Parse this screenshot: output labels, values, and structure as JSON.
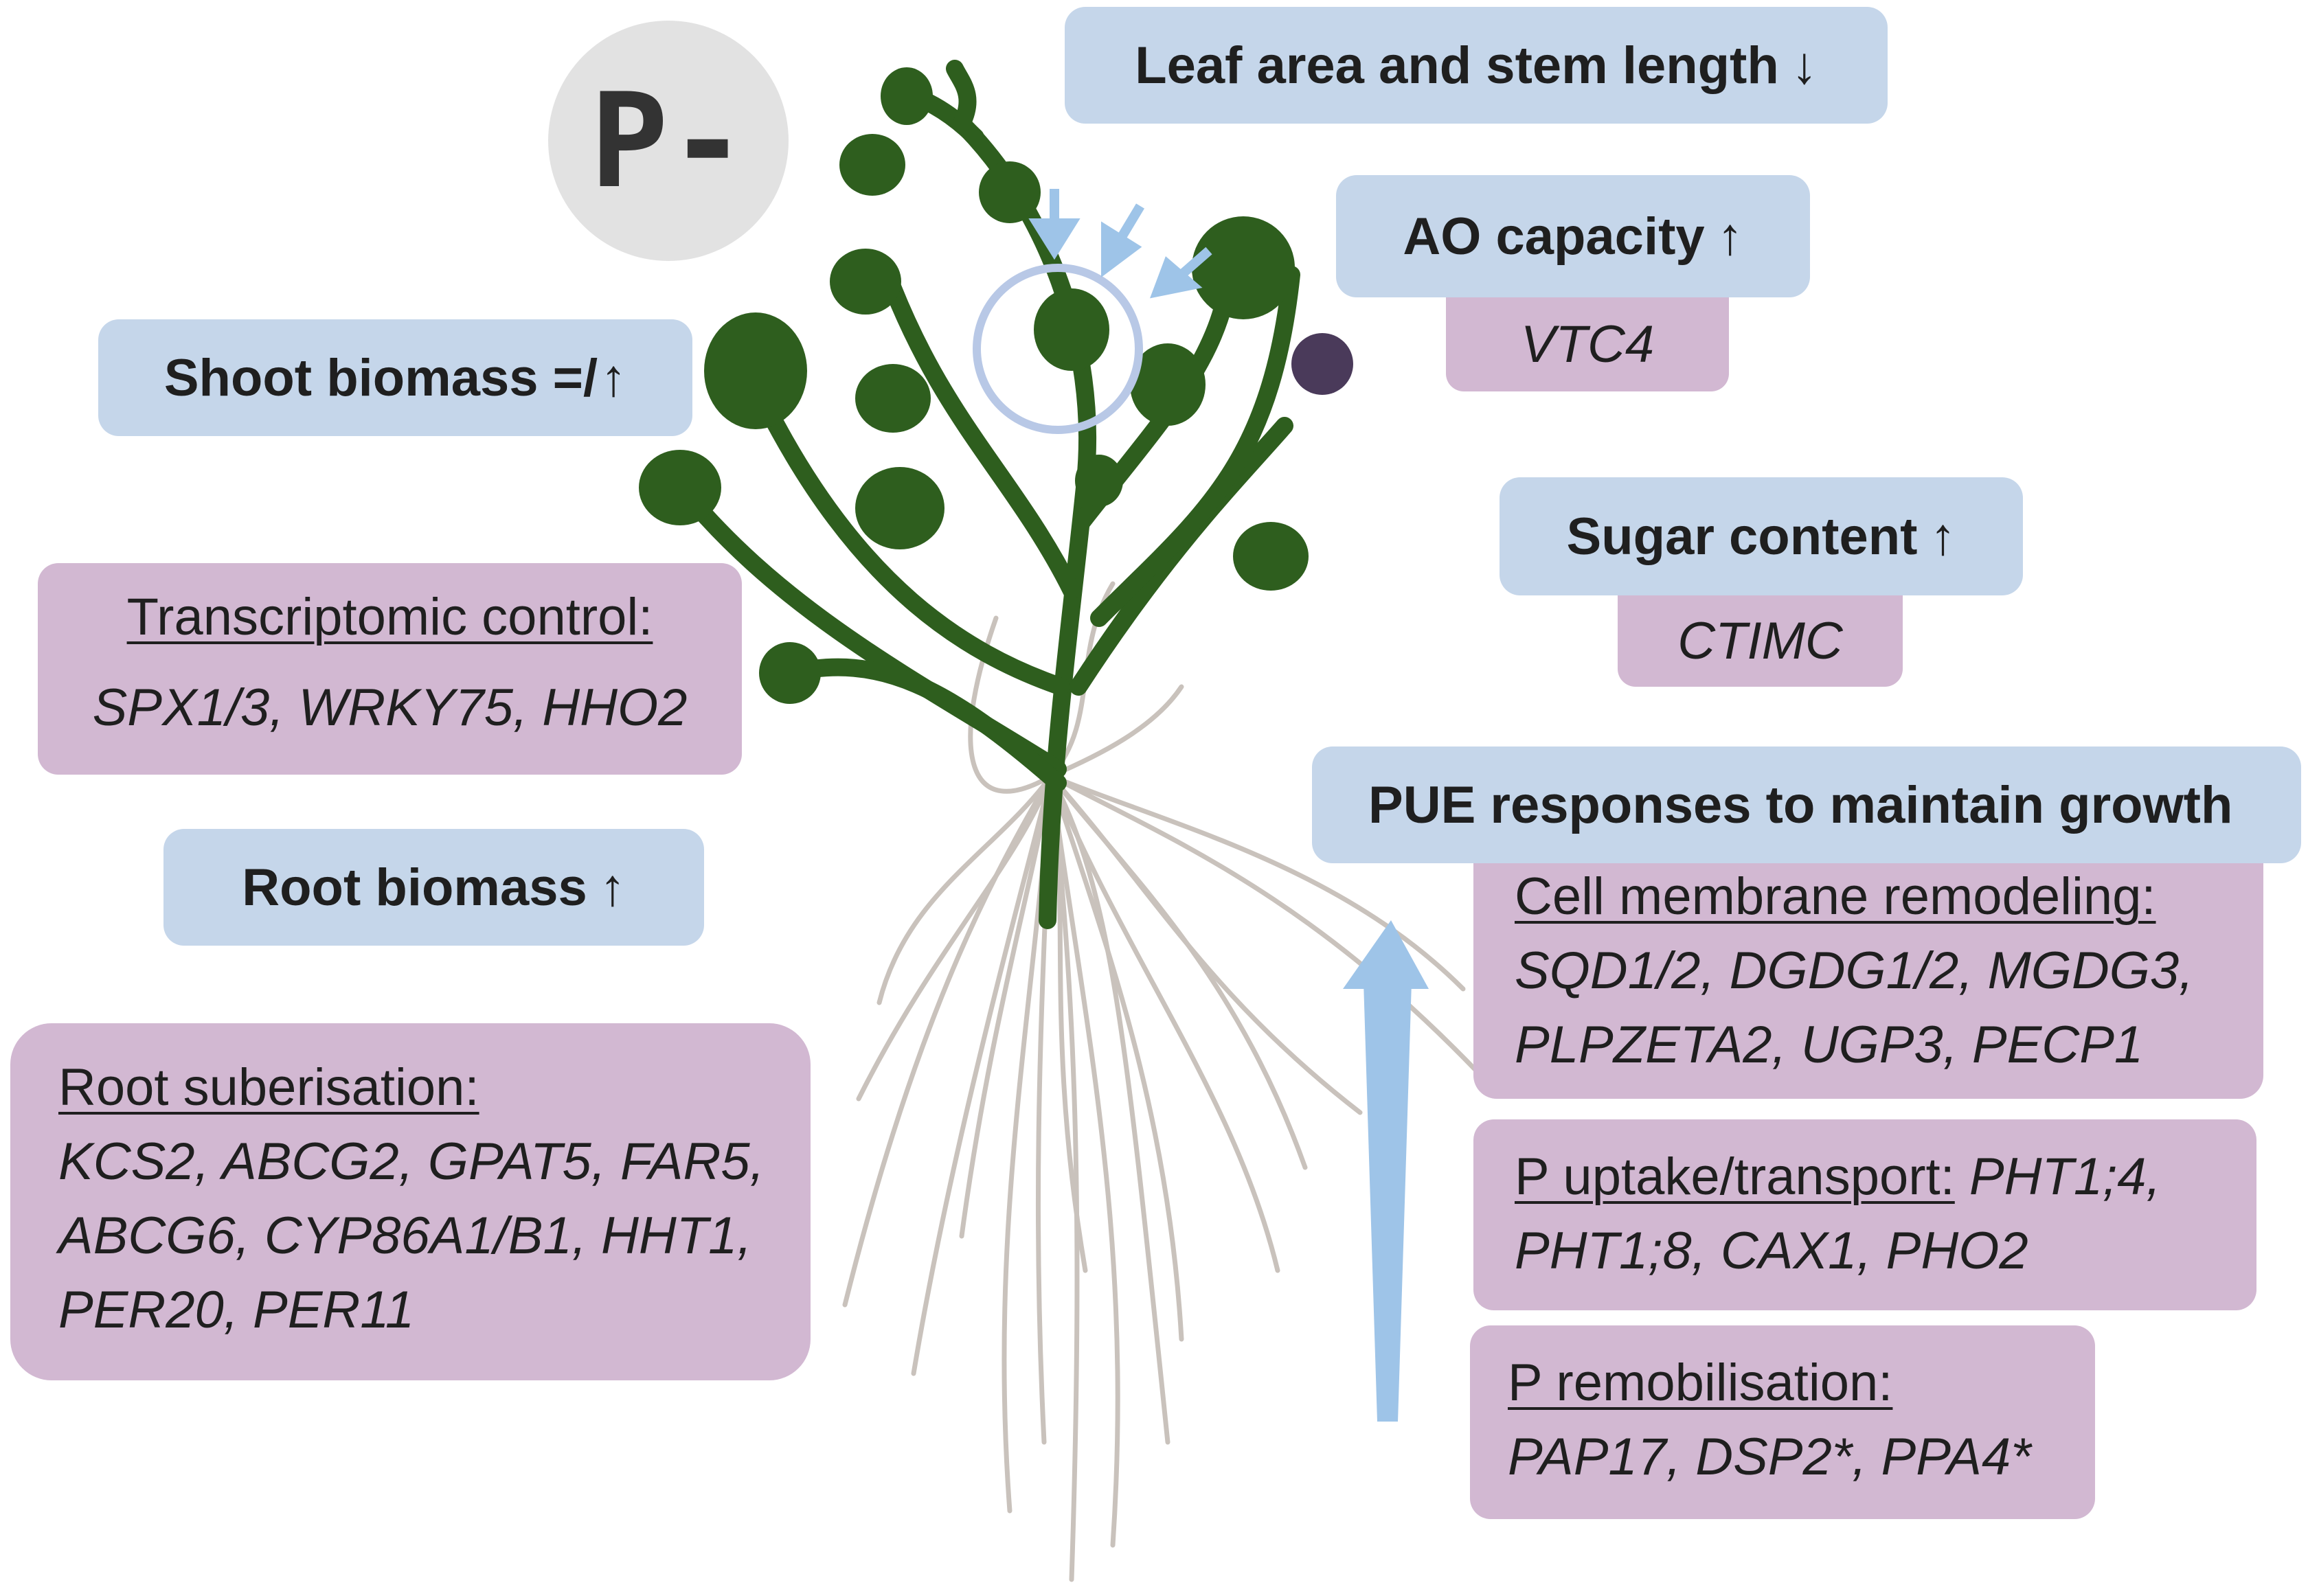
{
  "p_label": "P-",
  "labels": {
    "leaf": {
      "text": "Leaf area and stem length",
      "arrow": "↓"
    },
    "ao": {
      "text": "AO capacity",
      "arrow": "↑"
    },
    "vtc4": "VTC4",
    "shoot": {
      "text": "Shoot biomass =/",
      "arrow": "↑"
    },
    "sugar": {
      "text": "Sugar content",
      "arrow": "↑"
    },
    "ctimc": "CTIMC",
    "transcriptomic": {
      "title": "Transcriptomic control:",
      "genes": "SPX1/3, WRKY75, HHO2"
    },
    "pue": "PUE responses to maintain growth",
    "root_biomass": {
      "text": "Root biomass",
      "arrow": "↑"
    },
    "membrane": {
      "title": "Cell membrane remodeling:",
      "genes1": "SQD1/2, DGDG1/2, MGDG3,",
      "genes2": "PLPZETA2, UGP3, PECP1"
    },
    "suberisation": {
      "title": "Root suberisation:",
      "genes1": "KCS2, ABCG2, GPAT5, FAR5,",
      "genes2": "ABCG6, CYP86A1/B1, HHT1,",
      "genes3": "PER20, PER11"
    },
    "uptake": {
      "title": "P uptake/transport:",
      "genes1": "PHT1;4,",
      "genes2": "PHT1;8, CAX1, PHO2"
    },
    "remob": {
      "title": "P remobilisation:",
      "genes": "PAP17, DSP2*, PPA4*"
    }
  },
  "colors": {
    "blue_box": "#c5d6ea",
    "pink_box": "#d2b8d2",
    "stem": "#2e5e1e",
    "leaf": "#2e5e1e",
    "root": "#c9c2bc",
    "arrow": "#9ec4e8",
    "flower": "#4a3a5a"
  }
}
